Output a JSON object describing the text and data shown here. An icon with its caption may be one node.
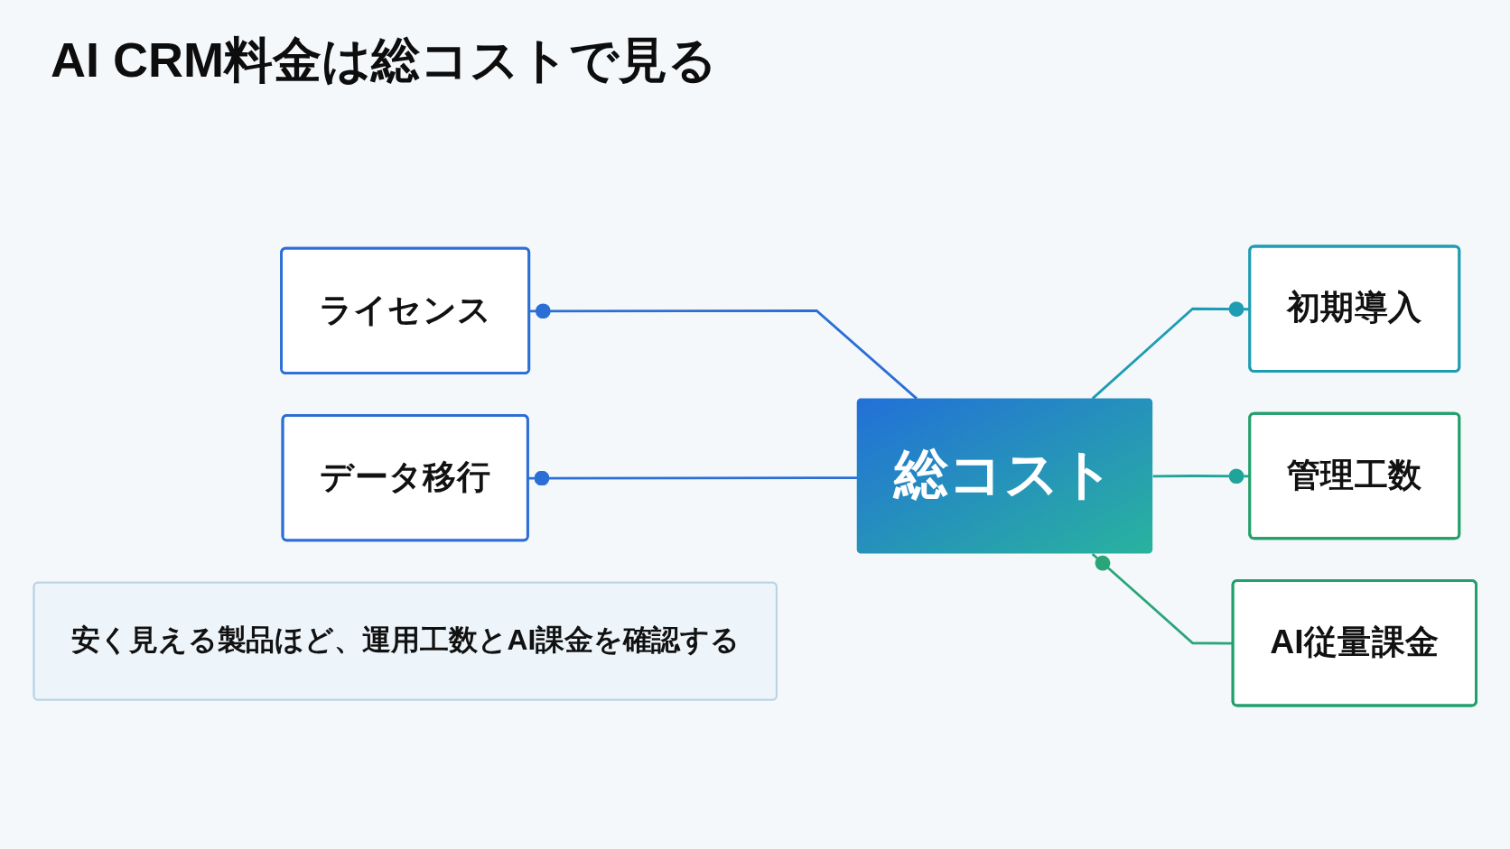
{
  "diagram": {
    "title": "AI CRM料金は総コストで見る",
    "nodes": [
      {
        "text": [
          "ライセンス"
        ]
      },
      {
        "text": [
          "総コスト"
        ]
      },
      {
        "text": [
          "初期導入"
        ]
      },
      {
        "text": [
          "データ移行"
        ]
      },
      {
        "text": [
          "管理工数"
        ]
      },
      {
        "text": [
          "AI従量課金"
        ]
      },
      {
        "text": [
          "安く見える製品ほど、運用工数とAI課金を確認する"
        ]
      }
    ],
    "edges": [
      {
        "from": 0,
        "to": 1,
        "arrow": "other",
        "color": "#2b6fd6"
      },
      {
        "from": 1,
        "to": 2,
        "arrow": "other",
        "color": "#1e9cb3"
      },
      {
        "from": 3,
        "to": 1,
        "arrow": "other",
        "color": "#2b6fd6"
      },
      {
        "from": 1,
        "to": 4,
        "arrow": "other",
        "color": "#20a49a"
      },
      {
        "from": 1,
        "to": 5,
        "arrow": "other",
        "color": "#2aa57a"
      }
    ]
  }
}
